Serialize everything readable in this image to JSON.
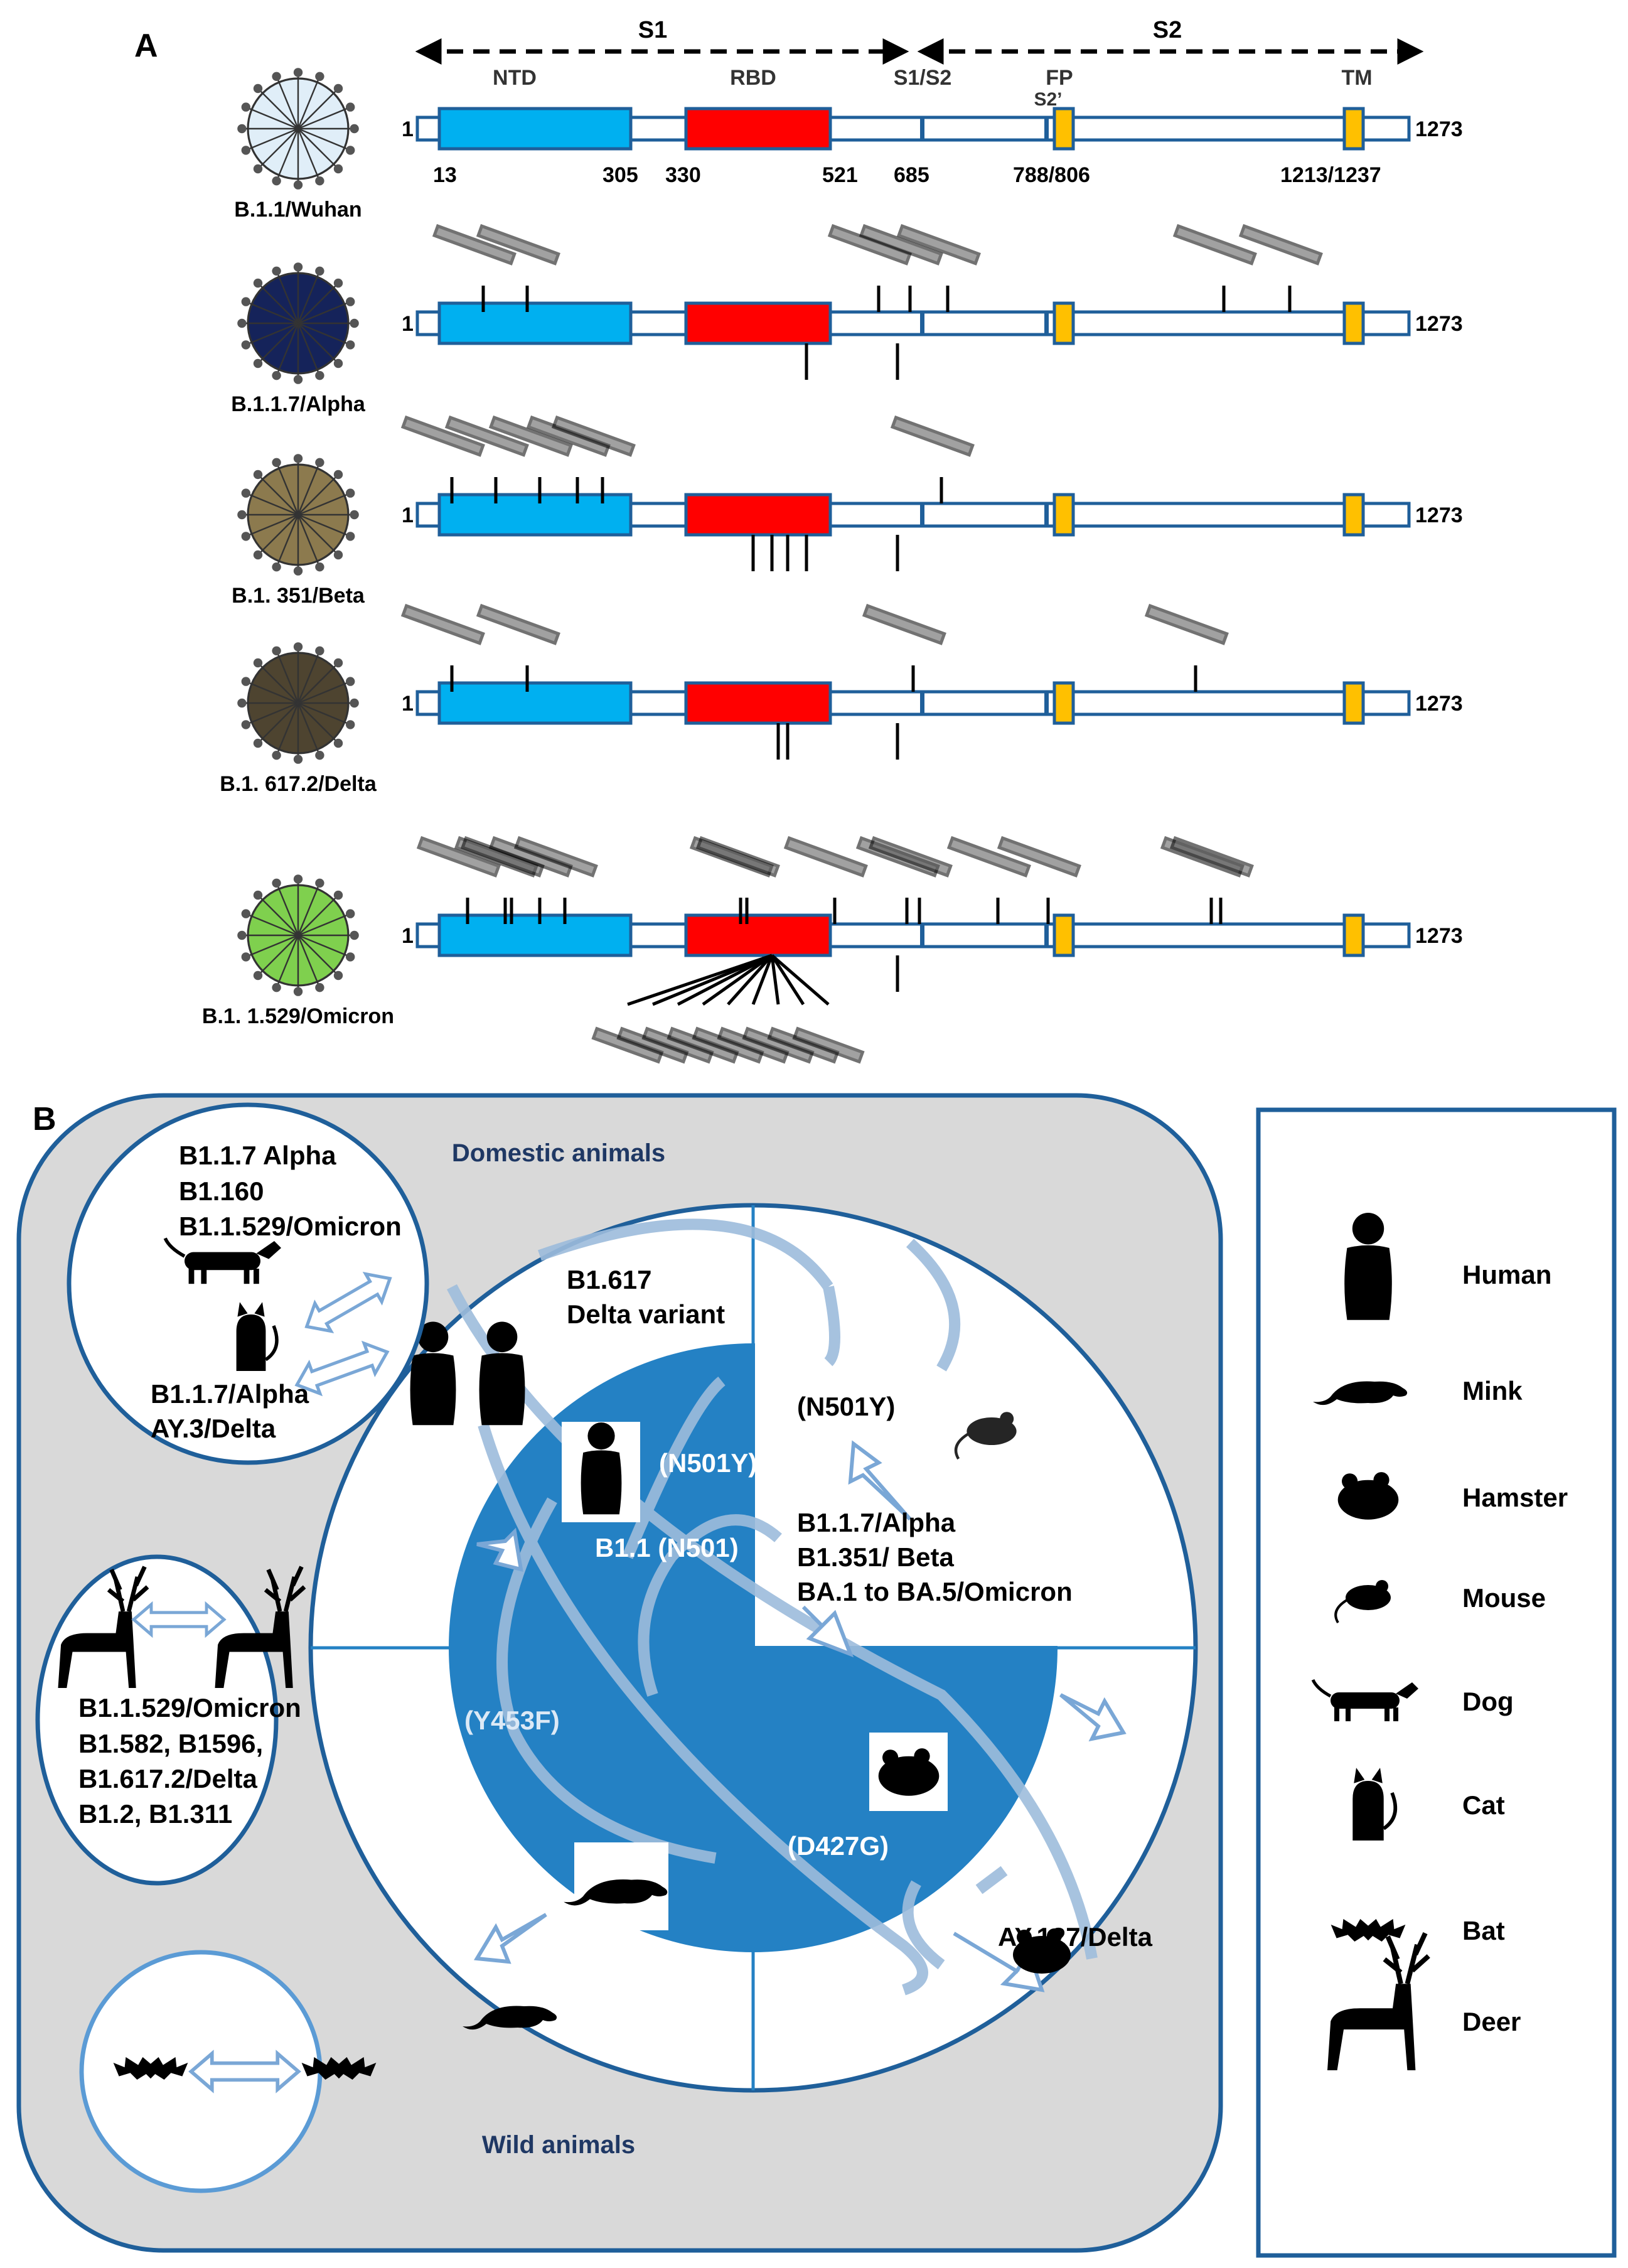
{
  "panel_a": {
    "label": "A",
    "regions": {
      "s1": "S1",
      "s2": "S2"
    },
    "domains": {
      "ntd": "NTD",
      "rbd": "RBD",
      "s1s2": "S1/S2",
      "fp": "FP",
      "s2prime": "S2’",
      "tm": "TM"
    },
    "positions": {
      "start": "13",
      "ntd_end": "305",
      "rbd_start": "330",
      "rbd_end": "521",
      "cleavage": "685",
      "fp": "788/806",
      "tm": "1213/1237"
    },
    "seq_start": "1",
    "seq_end": "1273",
    "variants": [
      {
        "name": "B.1.1/Wuhan",
        "color": "#e0eef8"
      },
      {
        "name": "B.1.1.7/Alpha",
        "color": "#15235a"
      },
      {
        "name": "B.1. 351/Beta",
        "color": "#8c7a4e"
      },
      {
        "name": "B.1. 617.2/Delta",
        "color": "#4e4430"
      },
      {
        "name": "B.1. 1.529/Omicron",
        "color": "#7fd04e"
      }
    ]
  },
  "panel_b": {
    "label": "B",
    "domestic_title": "Domestic animals",
    "wild_title": "Wild animals",
    "pets_circle": [
      "B1.1.7 Alpha",
      "B1.160",
      "B1.1.529/Omicron",
      "B1.1.7/Alpha",
      "AY.3/Delta"
    ],
    "deer_circle": [
      "B1.1.529/Omicron",
      "B1.582, B1596,",
      "B1.617.2/Delta",
      "B1.2, B1.311"
    ],
    "center": {
      "delta_line1": "B1.617",
      "delta_line2": "Delta variant",
      "n501y_black": "(N501Y)",
      "n501y_white": "(N501Y)",
      "b11": "B1.1 (N501)",
      "variants_list": [
        "B1.1.7/Alpha",
        "B1.351/ Beta",
        "BA.1  to BA.5/Omicron"
      ],
      "y453f": "(Y453F)",
      "d427g": "(D427G)",
      "ay127": "AY.127/Delta"
    }
  },
  "legend": {
    "items": [
      {
        "label": "Human",
        "icon": "human-icon"
      },
      {
        "label": "Mink",
        "icon": "mink-icon"
      },
      {
        "label": "Hamster",
        "icon": "hamster-icon"
      },
      {
        "label": "Mouse",
        "icon": "mouse-icon"
      },
      {
        "label": "Dog",
        "icon": "dog-icon"
      },
      {
        "label": "Cat",
        "icon": "cat-icon"
      },
      {
        "label": "Bat",
        "icon": "bat-icon"
      },
      {
        "label": "Deer",
        "icon": "deer-icon"
      }
    ]
  },
  "colors": {
    "ntd": "#00b0f0",
    "rbd": "#ff0000",
    "tm": "#ffc000",
    "outline": "#1f5f9a",
    "panel_bg": "#d9d9d9",
    "center_blue": "#2481c4"
  }
}
